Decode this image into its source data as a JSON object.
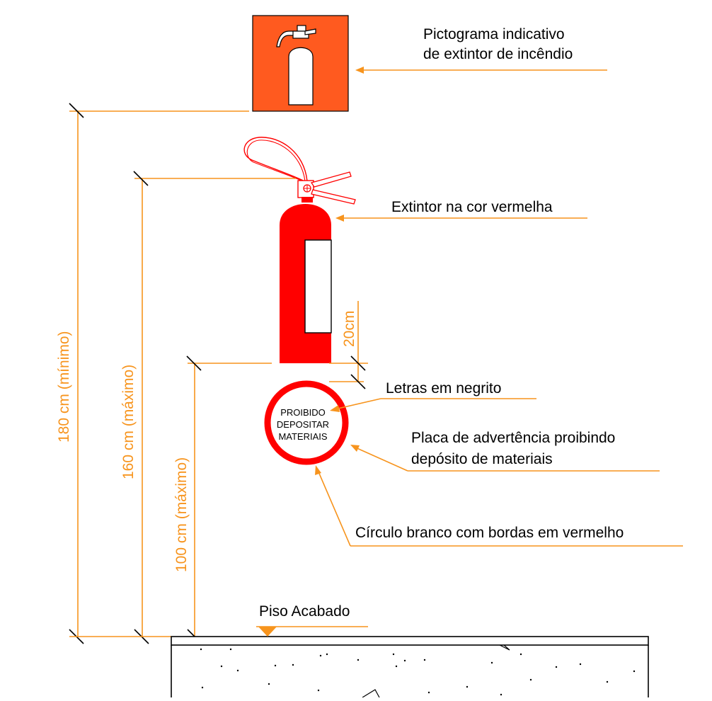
{
  "colors": {
    "dimension": "#F7941D",
    "pictogram_bg": "#FF5A1F",
    "extinguisher_red": "#FF0000",
    "sign_border": "#FF0000",
    "line": "#000000"
  },
  "icons": [
    "fire-extinguisher-pictogram",
    "floor-marker-triangle"
  ],
  "labels": {
    "pictogram_line1": "Pictograma indicativo",
    "pictogram_line2": "de extintor de incêndio",
    "extinguisher": "Extintor na cor vermelha",
    "bold_letters": "Letras em negrito",
    "warning_plate_line1": "Placa de advertência proibindo",
    "warning_plate_line2": "depósito de materiais",
    "circle": "Círculo branco com bordas em vermelho",
    "floor": "Piso Acabado"
  },
  "sign": {
    "line1": "PROIBIDO",
    "line2": "DEPOSITAR",
    "line3": "MATERIAIS"
  },
  "dimensions": {
    "d180": "180 cm (mínimo)",
    "d160": "160 cm (máximo)",
    "d100": "100 cm (máximo)",
    "d20": "20cm"
  }
}
